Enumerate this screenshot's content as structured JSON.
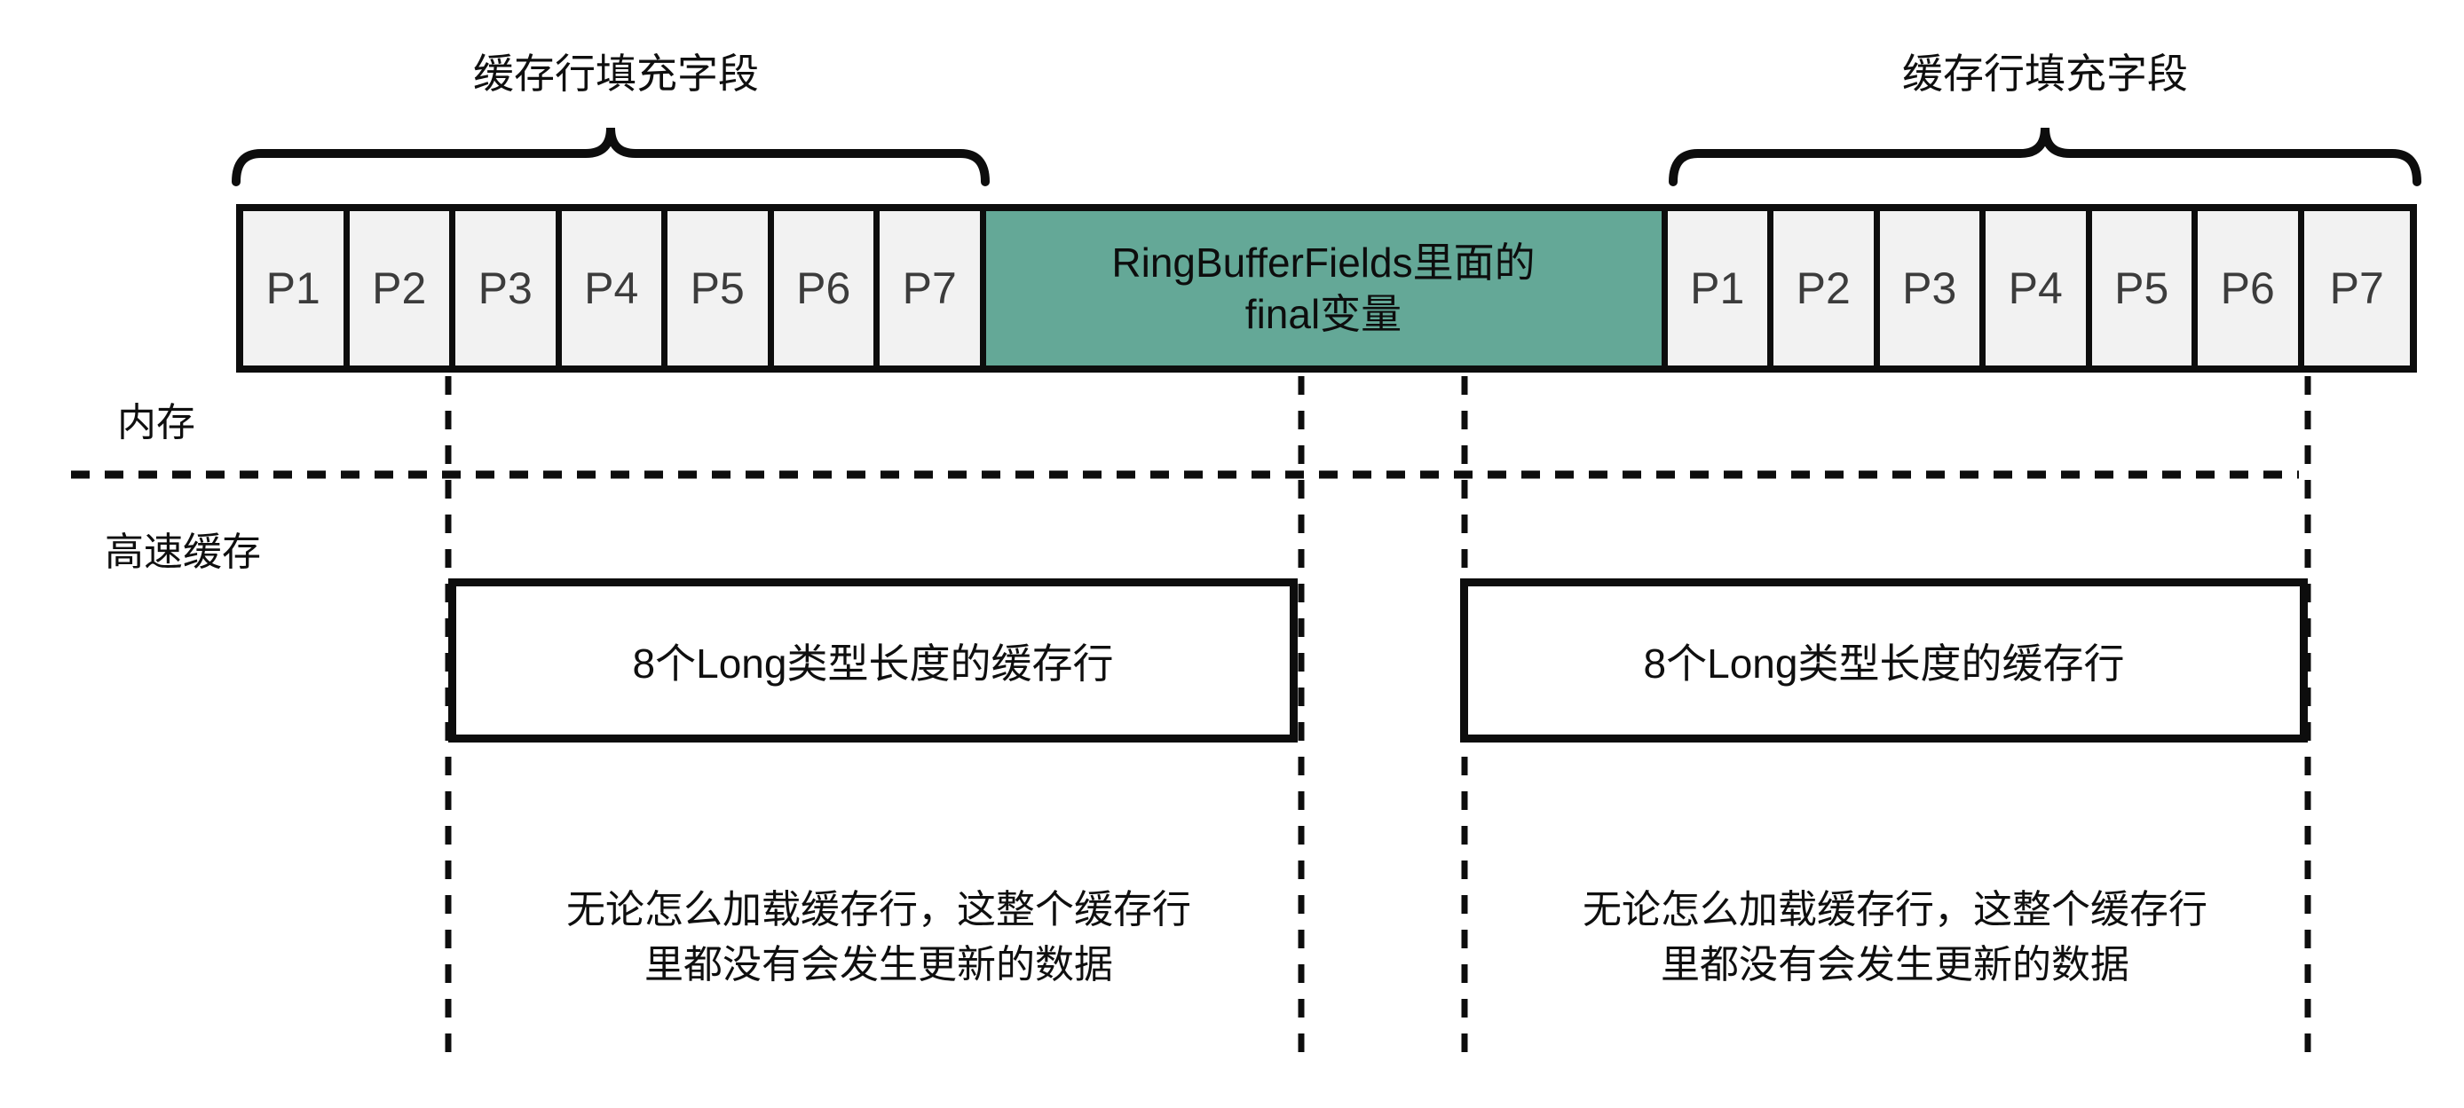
{
  "colors": {
    "line": "#0d0d0d",
    "pad_fill": "#f2f2f2",
    "green_fill": "#64a897",
    "pad_text": "#3c3c3c",
    "text": "#0f0f0f"
  },
  "braces": {
    "left_label": "缓存行填充字段",
    "right_label": "缓存行填充字段"
  },
  "memory_row": {
    "left_cells": [
      "P1",
      "P2",
      "P3",
      "P4",
      "P5",
      "P6",
      "P7"
    ],
    "green_cell": {
      "line1": "RingBufferFields里面的",
      "line2": "final变量"
    },
    "right_cells": [
      "P1",
      "P2",
      "P3",
      "P4",
      "P5",
      "P6",
      "P7"
    ]
  },
  "section_labels": {
    "memory": "内存",
    "cache": "高速缓存"
  },
  "cache_lines": {
    "left_label": "8个Long类型长度的缓存行",
    "right_label": "8个Long类型长度的缓存行"
  },
  "notes": {
    "left": {
      "line1": "无论怎么加载缓存行，这整个缓存行",
      "line2": "里都没有会发生更新的数据"
    },
    "right": {
      "line1": "无论怎么加载缓存行，这整个缓存行",
      "line2": "里都没有会发生更新的数据"
    }
  }
}
